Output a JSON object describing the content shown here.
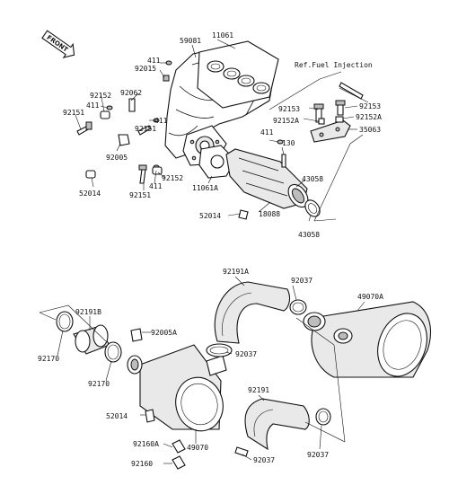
{
  "front_marker": "FRONT",
  "reference_note": "Ref.Fuel Injection",
  "labels": {
    "p11061_top": "11061",
    "p59081": "59081",
    "p411_a": "411",
    "p92015": "92015",
    "p411_b": "411",
    "p92152_a": "92152",
    "p92062": "92062",
    "p92151_a": "92151",
    "p411_c": "411",
    "p92151_b": "92151",
    "p92005": "92005",
    "p52014_a": "52014",
    "p92151_c": "92151",
    "p411_d": "411",
    "p92152_b": "92152",
    "p11061A": "11061A",
    "p92153_a": "92153",
    "p92152A_a": "92152A",
    "p92153_b": "92153",
    "p92152A_b": "92152A",
    "p35063": "35063",
    "p411_e": "411",
    "p130": "130",
    "p43058_a": "43058",
    "p18088": "18088",
    "p52014_b": "52014",
    "p43058_b": "43058",
    "p92191A": "92191A",
    "p92037_a": "92037",
    "p49070A": "49070A",
    "p92191B": "92191B",
    "p92005A": "92005A",
    "p92037_b": "92037",
    "p92170_a": "92170",
    "p92170_b": "92170",
    "p52014_c": "52014",
    "p92191": "92191",
    "p92160A": "92160A",
    "p49070": "49070",
    "p92160": "92160",
    "p92037_c": "92037",
    "p92037_d": "92037"
  }
}
